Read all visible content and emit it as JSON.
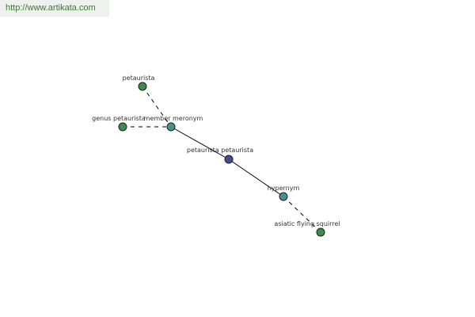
{
  "site": {
    "url": "http://www.artikata.com"
  },
  "colors": {
    "leaf": "#3f8a4f",
    "relation": "#4a9090",
    "center": "#3f4f90"
  },
  "nodes": {
    "petaurista": {
      "label": "petaurista",
      "type": "leaf"
    },
    "genus_petaurista": {
      "label": "genus petaurista",
      "type": "leaf"
    },
    "member_meronym": {
      "label": "member meronym",
      "type": "relation"
    },
    "petaurista_petaurista": {
      "label": "petaurista petaurista",
      "type": "center"
    },
    "hypernym": {
      "label": "hypernym",
      "type": "relation"
    },
    "asiatic_flying_squirrel": {
      "label": "asiatic flying squirrel",
      "type": "leaf"
    }
  },
  "edges": [
    {
      "from": "petaurista",
      "to": "member_meronym",
      "style": "dashed"
    },
    {
      "from": "genus_petaurista",
      "to": "member_meronym",
      "style": "dashed"
    },
    {
      "from": "member_meronym",
      "to": "petaurista_petaurista",
      "style": "solid"
    },
    {
      "from": "petaurista_petaurista",
      "to": "hypernym",
      "style": "solid"
    },
    {
      "from": "hypernym",
      "to": "asiatic_flying_squirrel",
      "style": "dashed"
    }
  ]
}
